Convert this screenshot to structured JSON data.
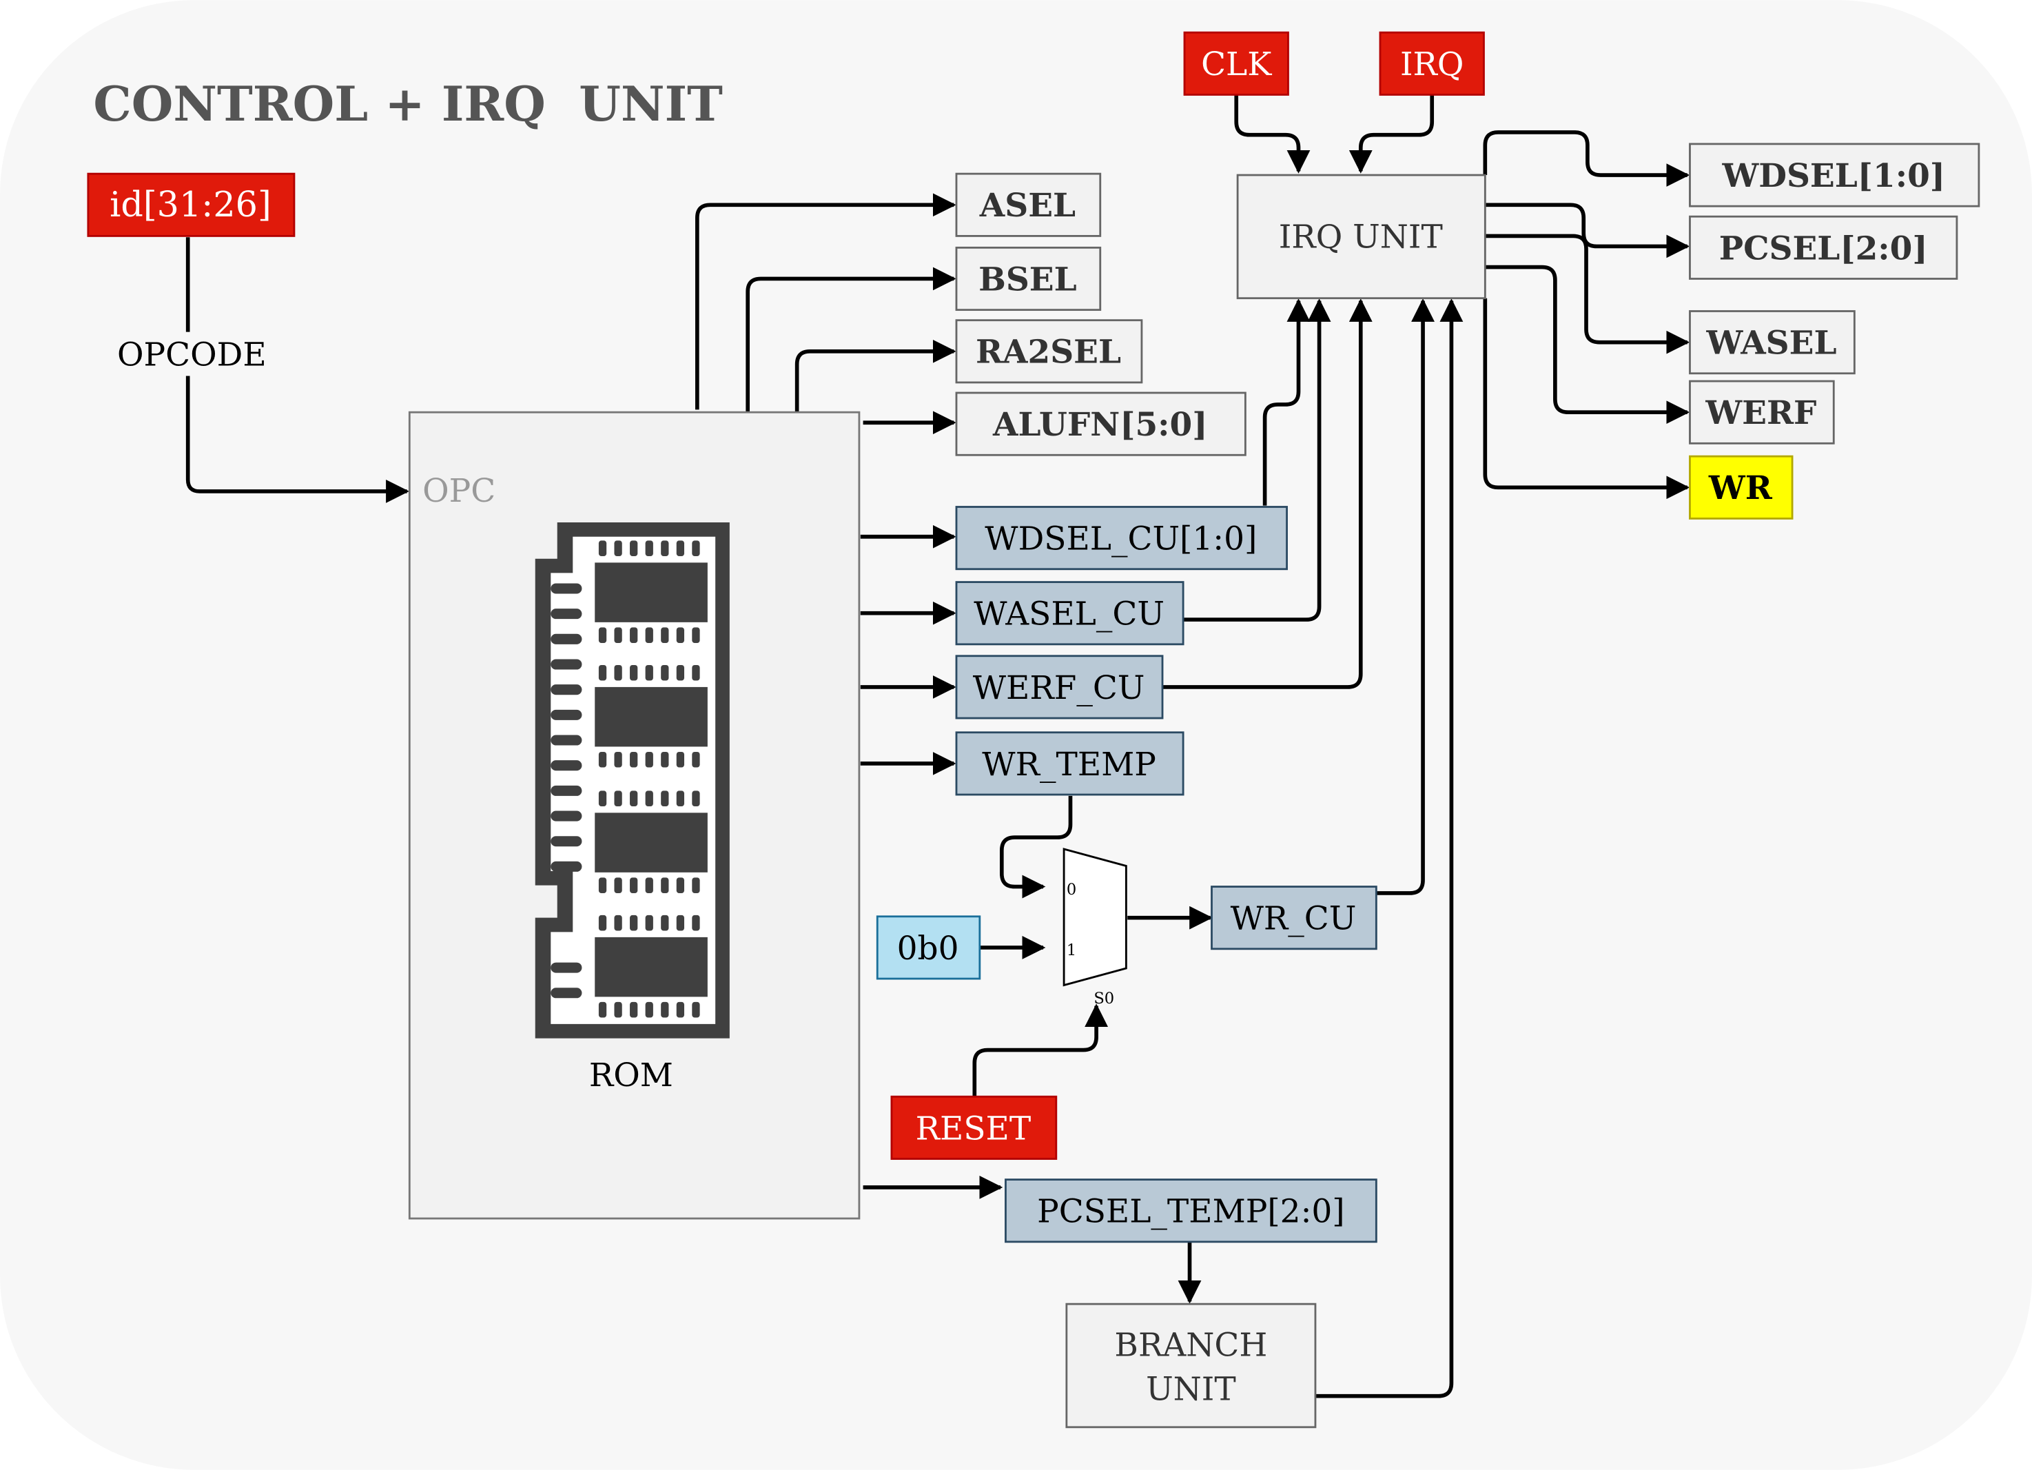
{
  "title": "CONTROL + IRQ  UNIT",
  "colors": {
    "background_panel": "#f7f7f7",
    "red_signal": "#e01a0b",
    "blue_signal": "#b9c9d6",
    "light_blue": "#b3e0f2",
    "gray_box": "#f2f2f2",
    "yellow": "#ffff00",
    "rom_chip": "#404040"
  },
  "inputs": {
    "id": "id[31:26]",
    "clk": "CLK",
    "irq": "IRQ",
    "reset": "RESET",
    "const": "0b0"
  },
  "labels": {
    "opcode": "OPCODE",
    "opc_port": "OPC",
    "rom": "ROM",
    "mux_in0": "0",
    "mux_in1": "1",
    "mux_sel": "S0"
  },
  "blocks": {
    "irq_unit": "IRQ UNIT",
    "branch_line1": "BRANCH",
    "branch_line2": "UNIT"
  },
  "rom_outputs": {
    "asel": "ASEL",
    "bsel": "BSEL",
    "ra2sel": "RA2SEL",
    "alufn": "ALUFN[5:0]"
  },
  "cu_signals": {
    "wdsel_cu": "WDSEL_CU[1:0]",
    "wasel_cu": "WASEL_CU",
    "werf_cu": "WERF_CU",
    "wr_temp": "WR_TEMP",
    "wr_cu": "WR_CU",
    "pcsel_temp": "PCSEL_TEMP[2:0]"
  },
  "irq_outputs": {
    "wdsel": "WDSEL[1:0]",
    "pcsel": "PCSEL[2:0]",
    "wasel": "WASEL",
    "werf": "WERF",
    "wr": "WR"
  }
}
